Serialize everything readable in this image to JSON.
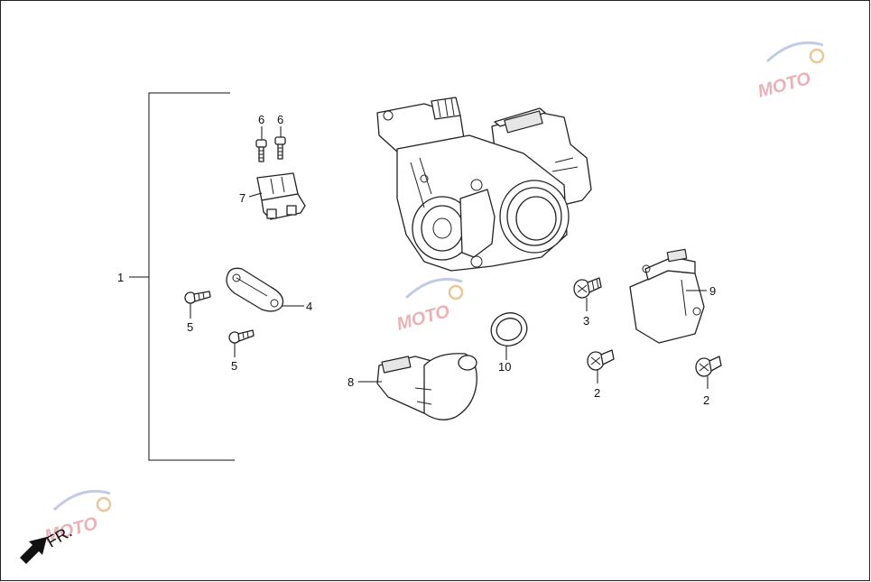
{
  "callouts": {
    "c1": "1",
    "c2a": "2",
    "c2b": "2",
    "c2c": "2",
    "c3": "3",
    "c4": "4",
    "c5a": "5",
    "c5b": "5",
    "c6a": "6",
    "c6b": "6",
    "c7": "7",
    "c8": "8",
    "c9": "9",
    "c10": "10"
  },
  "front_indicator": "FR.",
  "watermark": "MOTO",
  "colors": {
    "line": "#222222",
    "watermark": "#e0707a"
  },
  "icons": {
    "front_arrow": "arrow-down-left-icon"
  }
}
